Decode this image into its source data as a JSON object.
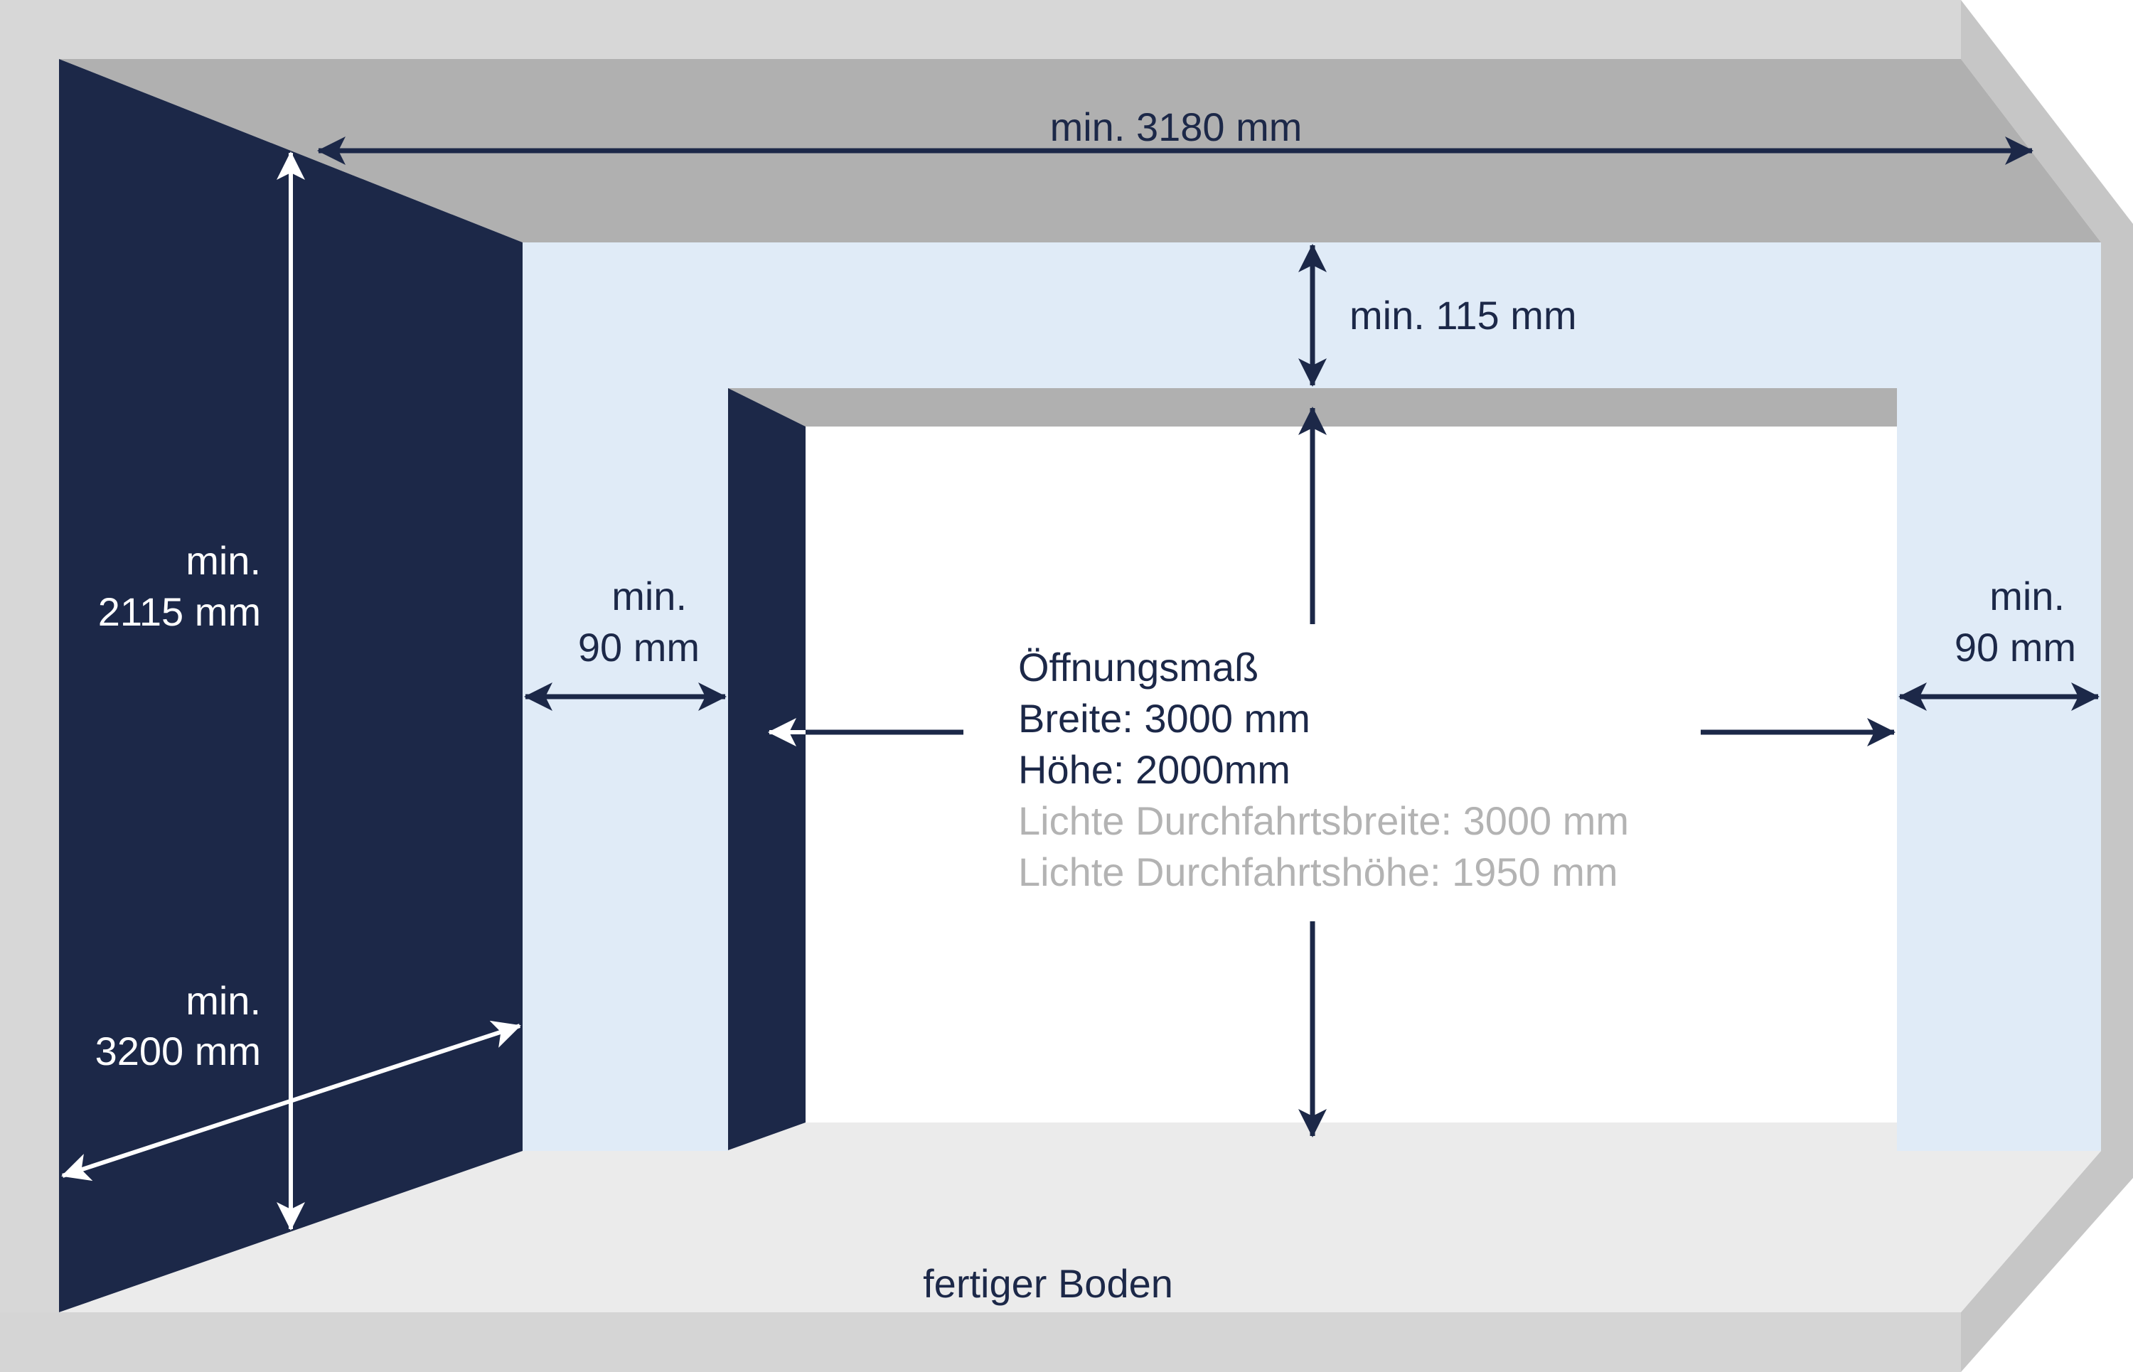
{
  "colors": {
    "navy": "#1c2848",
    "ceiling": "#b0b0b0",
    "wall": "#e0ebf7",
    "floor": "#ebebeb",
    "frame_top": "#d7d7d7",
    "frame_bevel": "#c6c6c6",
    "frame_bottom": "#d5d5d5",
    "muted_text": "#b3b3b3",
    "opening": "#ffffff"
  },
  "dimensions": {
    "room_width": {
      "prefix": "min.",
      "value": "min. 3180 mm"
    },
    "lintel_height": {
      "value": "min. 115 mm"
    },
    "room_height": {
      "line1": "min.",
      "line2": "2115 mm"
    },
    "room_depth": {
      "line1": "min.",
      "line2": "3200 mm"
    },
    "left_side": {
      "line1": "min.",
      "line2": "90 mm"
    },
    "right_side": {
      "line1": "min.",
      "line2": "90 mm"
    }
  },
  "opening": {
    "title": "Öffnungsmaß",
    "width": "Breite: 3000 mm",
    "height": "Höhe: 2000mm",
    "clear_width": "Lichte Durchfahrtsbreite: 3000 mm",
    "clear_height": "Lichte Durchfahrtshöhe: 1950 mm"
  },
  "floor": {
    "label": "fertiger Boden"
  }
}
